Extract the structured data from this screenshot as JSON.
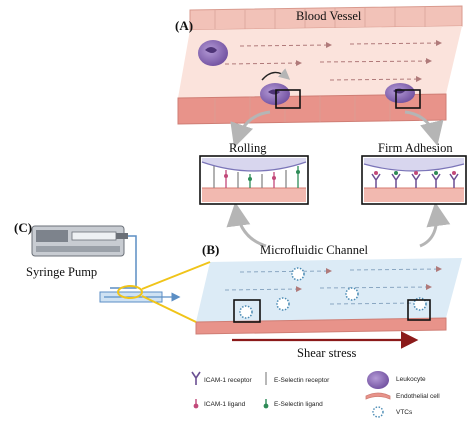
{
  "panel_a": {
    "label": "(A)",
    "title": "Blood Vessel"
  },
  "panel_b": {
    "label": "(B)",
    "title": "Microfluidic Channel",
    "shear_label": "Shear stress"
  },
  "panel_c": {
    "label": "(C)",
    "pump_label": "Syringe Pump"
  },
  "stages": {
    "rolling": "Rolling",
    "firm_adhesion": "Firm Adhesion"
  },
  "legend": {
    "icam_receptor": "ICAM-1 receptor",
    "eselectin_receptor": "E-Selectin receptor",
    "leukocyte": "Leukocyte",
    "endothelial": "Endothelial cell",
    "icam_ligand": "ICAM-1 ligand",
    "eselectin_ligand": "E-Selectin ligand",
    "vtcs": "VTCs"
  },
  "colors": {
    "vessel_wall": "#f2c2b8",
    "endothelium": "#e8938a",
    "lumen": "#fbe3dc",
    "channel": "#dcebf6",
    "leukocyte": "#7a5aa8",
    "icam": "#6a4f93",
    "ligand_pink": "#c2497a",
    "ligand_green": "#2e8b57",
    "vtc": "#4a8bb4",
    "shear": "#8b1a1a",
    "pointer": "#f0c419"
  }
}
